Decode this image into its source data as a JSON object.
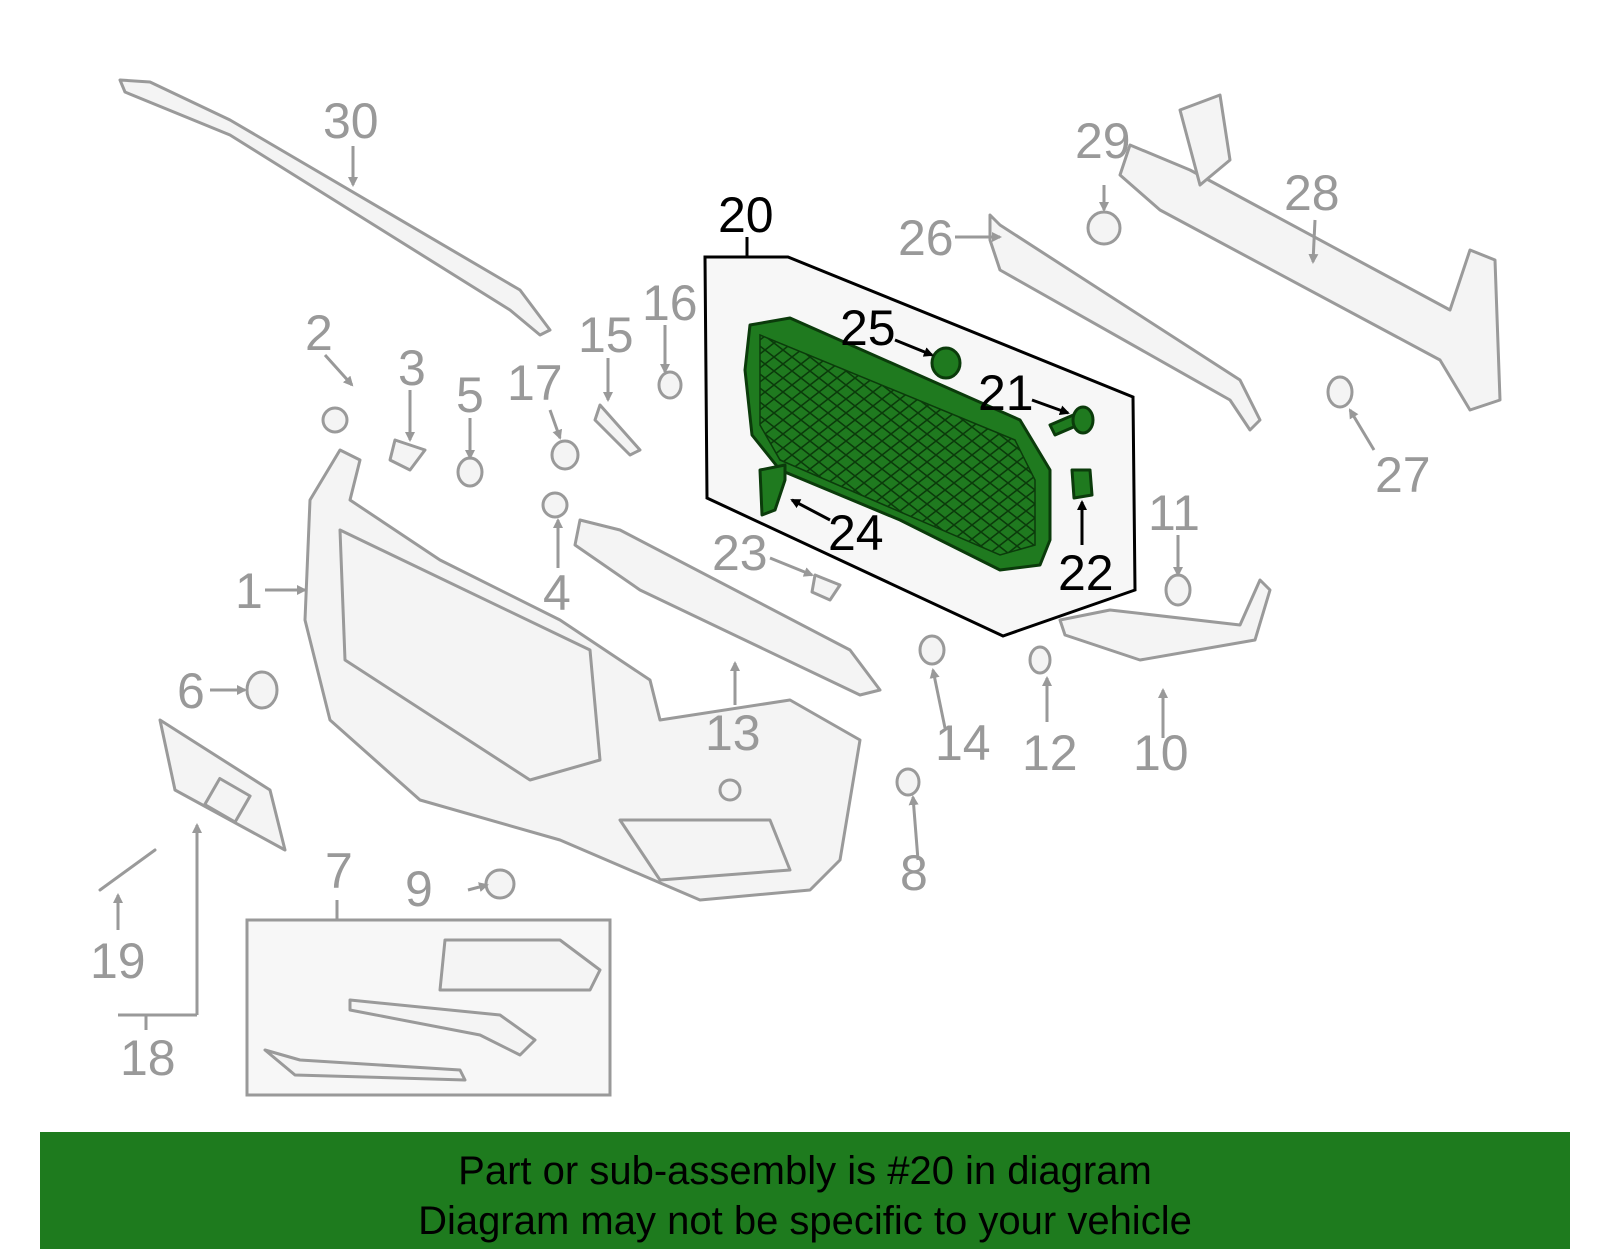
{
  "diagram": {
    "callouts": [
      "1",
      "2",
      "3",
      "4",
      "5",
      "6",
      "7",
      "8",
      "9",
      "10",
      "11",
      "12",
      "13",
      "14",
      "15",
      "16",
      "17",
      "18",
      "19",
      "20",
      "21",
      "22",
      "23",
      "24",
      "25",
      "26",
      "27",
      "28",
      "29",
      "30"
    ],
    "highlight_color": "#1f7a1f",
    "part_color": "#9a9a9a"
  },
  "banner": {
    "line1": "Part or sub-assembly is #20 in diagram",
    "line2": "Diagram may not be specific to your vehicle",
    "background": "#1e7b1e"
  }
}
